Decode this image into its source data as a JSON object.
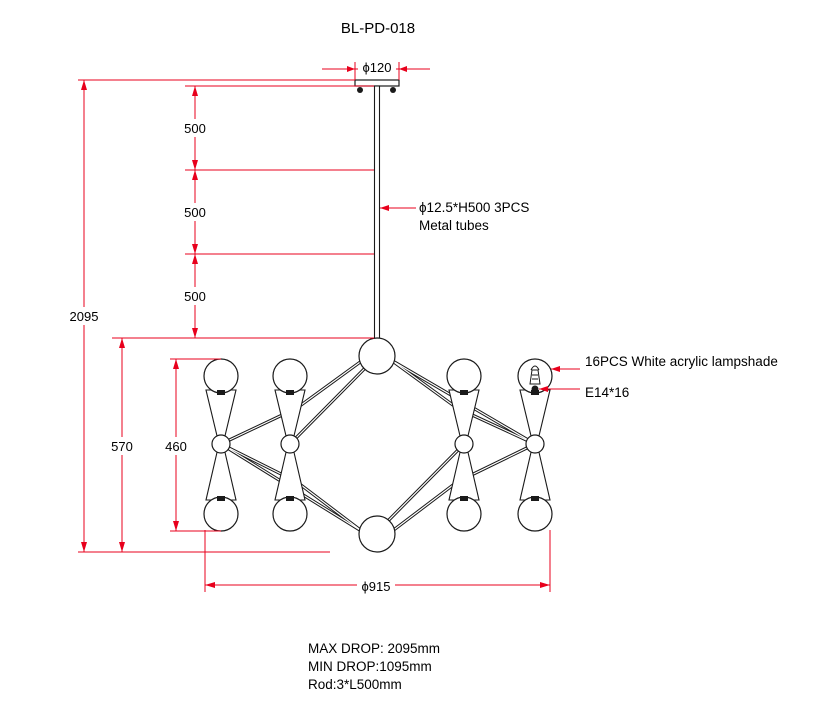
{
  "model": "BL-PD-018",
  "dimensions": {
    "canopy_diameter": "ϕ120",
    "rod_segment_1": "500",
    "rod_segment_2": "500",
    "rod_segment_3": "500",
    "overall_height": "2095",
    "body_height": "570",
    "arm_span_height": "460",
    "overall_diameter": "ϕ915"
  },
  "callouts": {
    "tube_spec": "ϕ12.5*H500 3PCS",
    "tube_material": "Metal tubes",
    "lampshade": "16PCS White acrylic lampshade",
    "socket": "E14*16"
  },
  "notes": {
    "max_drop": "MAX DROP: 2095mm",
    "min_drop": "MIN DROP:1095mm",
    "rod": "Rod:3*L500mm"
  },
  "colors": {
    "dimension_line": "#e8001c",
    "outline": "#1a1a1a",
    "background": "#ffffff"
  }
}
